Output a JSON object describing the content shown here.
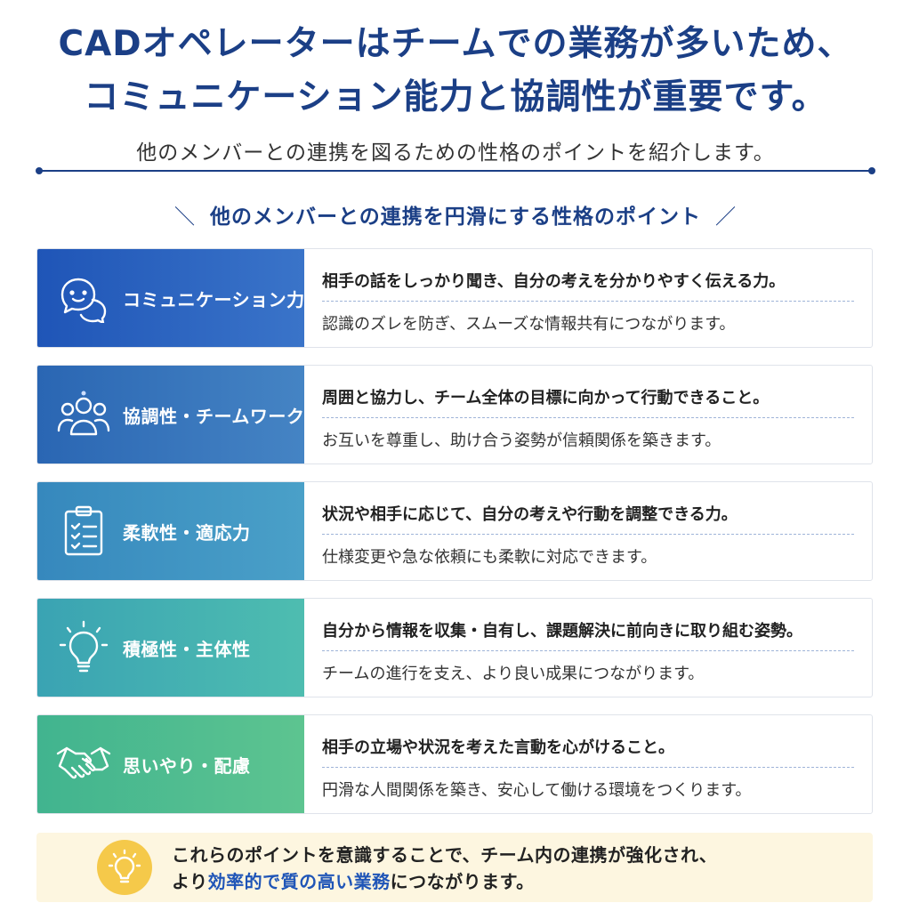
{
  "header": {
    "title_line1": "CADオペレーターはチームでの業務が多いため、",
    "title_line2": "コミュニケーション能力と協調性が重要です。",
    "subtitle": "他のメンバーとの連携を図るための性格のポイントを紹介します。"
  },
  "section": {
    "slash_left": "＼",
    "heading": "他のメンバーとの連携を円滑にする性格のポイント",
    "slash_right": "／"
  },
  "cards": [
    {
      "icon": "speech-bubbles-icon",
      "label": "コミュニケーション力",
      "primary": "相手の話をしっかり聞き、自分の考えを分かりやすく伝える力。",
      "secondary": "認識のズレを防ぎ、スムーズな情報共有につながります。"
    },
    {
      "icon": "team-icon",
      "label": "協調性・チームワーク",
      "primary": "周囲と協力し、チーム全体の目標に向かって行動できること。",
      "secondary": "お互いを尊重し、助け合う姿勢が信頼関係を築きます。"
    },
    {
      "icon": "clipboard-checklist-icon",
      "label": "柔軟性・適応力",
      "primary": "状況や相手に応じて、自分の考えや行動を調整できる力。",
      "secondary": "仕様変更や急な依頼にも柔軟に対応できます。"
    },
    {
      "icon": "lightbulb-icon",
      "label": "積極性・主体性",
      "primary": "自分から情報を収集・自有し、課題解決に前向きに取り組む姿勢。",
      "secondary": "チームの進行を支え、より良い成果につながります。"
    },
    {
      "icon": "handshake-icon",
      "label": "思いやり・配慮",
      "primary": "相手の立場や状況を考えた言動を心がけること。",
      "secondary": "円滑な人間関係を築き、安心して働ける環境をつくります。"
    }
  ],
  "footer": {
    "icon": "lightbulb-icon",
    "line1": "これらのポイントを意識することで、チーム内の連携が強化され、",
    "line2_prefix": "より",
    "line2_highlight": "効率的で質の高い業務",
    "line2_suffix": "につながります。"
  },
  "colors": {
    "navy": "#1b3f86",
    "card1": "#1f55b7",
    "card2": "#2a66b3",
    "card3": "#3688bd",
    "card4": "#3aa3b3",
    "card5": "#41b48f",
    "footer_bg": "#fdf6e0",
    "footer_bulb": "#f5c94a"
  }
}
